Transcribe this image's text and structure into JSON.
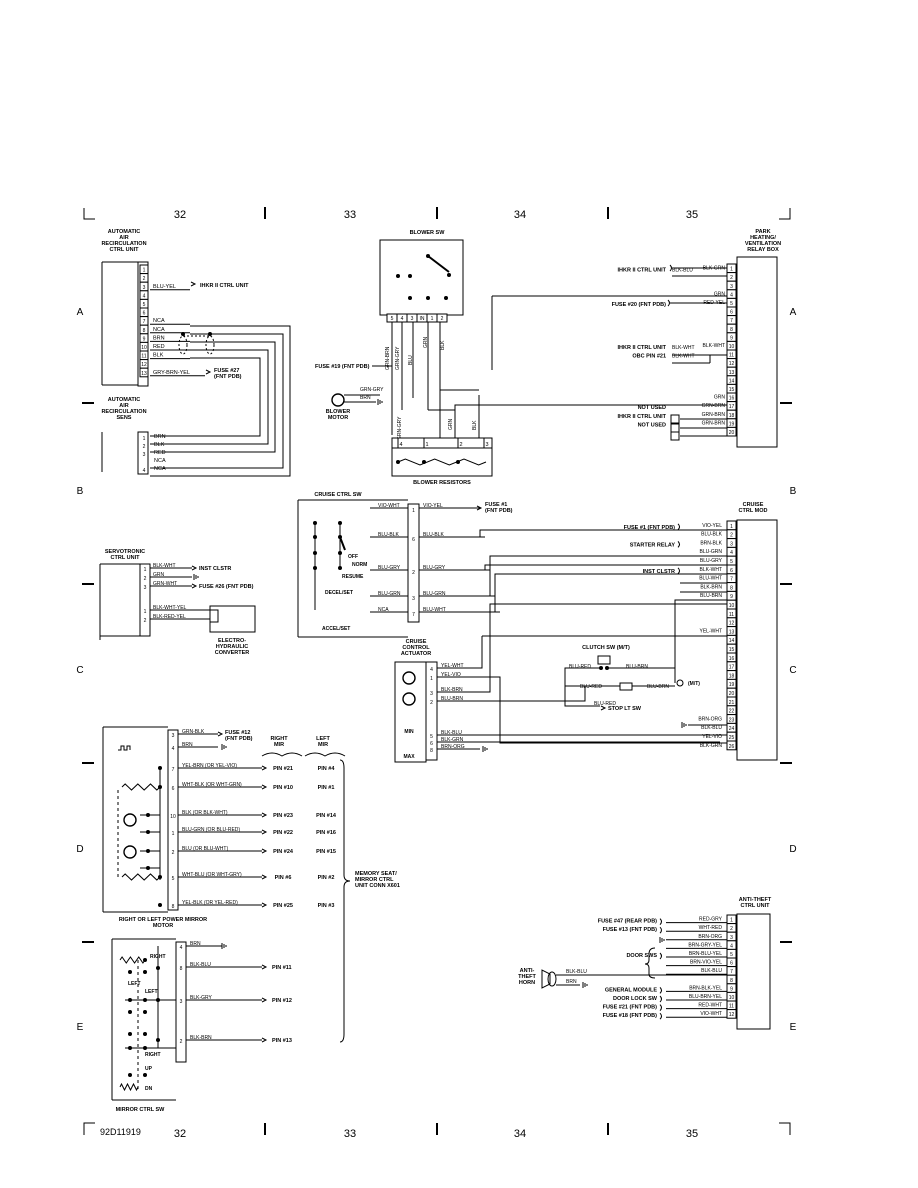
{
  "grid": {
    "columns": [
      "32",
      "33",
      "34",
      "35"
    ],
    "rows": [
      "A",
      "B",
      "C",
      "D",
      "E"
    ],
    "figure_id": "92D11919"
  },
  "components": {
    "air_recirc_unit": {
      "label": [
        "AUTOMATIC",
        "AIR",
        "RECIRCULATION",
        "CTRL UNIT"
      ]
    },
    "air_recirc_sens": {
      "label": [
        "AUTOMATIC",
        "AIR",
        "RECIRCULATION",
        "SENS"
      ]
    },
    "blower_sw": {
      "label": "BLOWER SW"
    },
    "blower_motor": {
      "label": [
        "BLOWER",
        "MOTOR"
      ]
    },
    "blower_resistors": {
      "label": "BLOWER RESISTORS"
    },
    "park_relay_box": {
      "label": [
        "PARK",
        "HEATING/",
        "VENTILATION",
        "RELAY BOX"
      ]
    },
    "cruise_ctrl_sw": {
      "label": "CRUISE CTRL SW",
      "positions": [
        "OFF",
        "NORM",
        "RESUME",
        "DECEL/SET",
        "ACCEL/SET"
      ]
    },
    "cruise_ctrl_mod": {
      "label": [
        "CRUISE",
        "CTRL MOD"
      ]
    },
    "servotronic": {
      "label": [
        "SERVOTRONIC",
        "CTRL UNIT"
      ]
    },
    "electro_hydraulic": {
      "label": [
        "ELECTRO-",
        "HYDRAULIC",
        "CONVERTER"
      ]
    },
    "cruise_actuator": {
      "label": [
        "CRUISE",
        "CONTROL",
        "ACTUATOR"
      ],
      "min": "MIN",
      "max": "MAX"
    },
    "clutch_sw": {
      "label": "CLUTCH SW (M/T)",
      "mt": "(M/T)"
    },
    "stop_lt_sw": {
      "label": "STOP LT SW"
    },
    "power_mirror": {
      "label": [
        "RIGHT OR LEFT POWER MIRROR",
        "MOTOR"
      ]
    },
    "mirror_ctrl_sw": {
      "label": "MIRROR CTRL SW",
      "positions": [
        "RIGHT",
        "LEFT",
        "RIGHT",
        "UP",
        "DN"
      ]
    },
    "memory_seat": {
      "label": [
        "MEMORY SEAT/",
        "MIRROR CTRL",
        "UNIT CONN X601"
      ]
    },
    "anti_theft_unit": {
      "label": [
        "ANTI-THEFT",
        "CTRL UNIT"
      ]
    },
    "anti_theft_horn": {
      "label": [
        "ANTI-",
        "THEFT",
        "HORN"
      ]
    }
  },
  "air_recirc_wires": [
    {
      "pin": "1",
      "wire": ""
    },
    {
      "pin": "2",
      "wire": ""
    },
    {
      "pin": "3",
      "wire": "BLU-YEL"
    },
    {
      "pin": "4",
      "wire": ""
    },
    {
      "pin": "5",
      "wire": ""
    },
    {
      "pin": "6",
      "wire": ""
    },
    {
      "pin": "7",
      "wire": "NCA"
    },
    {
      "pin": "8",
      "wire": "NCA"
    },
    {
      "pin": "9",
      "wire": "BRN"
    },
    {
      "pin": "10",
      "wire": "RED"
    },
    {
      "pin": "11",
      "wire": "BLK"
    },
    {
      "pin": "12",
      "wire": ""
    },
    {
      "pin": "13",
      "wire": "GRY-BRN-YEL"
    }
  ],
  "air_recirc_dest": {
    "ihkr": "IHKR II CTRL UNIT",
    "fuse27": [
      "FUSE #27",
      "(FNT PDB)"
    ]
  },
  "sens_wires": [
    {
      "pin": "1",
      "wire": "BRN"
    },
    {
      "pin": "2",
      "wire": "BLK"
    },
    {
      "pin": "3",
      "wire": "RED"
    },
    {
      "pin": "",
      "wire": "NCA"
    },
    {
      "pin": "4",
      "wire": "NCA"
    }
  ],
  "blower_wires": {
    "sw_pins": [
      "5",
      "4",
      "3",
      "IN",
      "1",
      "2"
    ],
    "vertical": [
      "GRN-BRN",
      "GRN-GRY",
      "BLU",
      "GRN",
      "BLK"
    ],
    "fuse19": "FUSE #19 (FNT PDB)",
    "motor_wires": [
      "GRN-GRY",
      "BRN"
    ],
    "motor_side": "GRN-GRY",
    "resistor_pins": [
      "4",
      "1",
      "2",
      "3"
    ],
    "vert_labels2": [
      "GRN",
      "BLK"
    ]
  },
  "relay_box_wires": [
    {
      "pin": "1",
      "wire": "BLK-GRN",
      "dest": "IHKR II CTRL UNIT",
      "wire2": "BLK-BLU"
    },
    {
      "pin": "2",
      "wire": "",
      "dest": "",
      "wire2": ""
    },
    {
      "pin": "3",
      "wire": "",
      "dest": "",
      "wire2": ""
    },
    {
      "pin": "4",
      "wire": "GRN",
      "dest": "",
      "wire2": ""
    },
    {
      "pin": "5",
      "wire": "RED-YEL",
      "dest": "FUSE #20 (FNT PDB)",
      "wire2": ""
    },
    {
      "pin": "6",
      "wire": "",
      "dest": "",
      "wire2": ""
    },
    {
      "pin": "7",
      "wire": "",
      "dest": "",
      "wire2": ""
    },
    {
      "pin": "8",
      "wire": "",
      "dest": "",
      "wire2": ""
    },
    {
      "pin": "9",
      "wire": "",
      "dest": "",
      "wire2": ""
    },
    {
      "pin": "10",
      "wire": "BLK-WHT",
      "dest": "IHKR II CTRL UNIT",
      "wire2": "BLK-WHT"
    },
    {
      "pin": "11",
      "wire": "",
      "dest": "OBC PIN #21",
      "wire2": "BLK-WHT"
    },
    {
      "pin": "12",
      "wire": "",
      "dest": "",
      "wire2": ""
    },
    {
      "pin": "13",
      "wire": "",
      "dest": "",
      "wire2": ""
    },
    {
      "pin": "14",
      "wire": "",
      "dest": "",
      "wire2": ""
    },
    {
      "pin": "15",
      "wire": "",
      "dest": "",
      "wire2": ""
    },
    {
      "pin": "16",
      "wire": "GRN",
      "dest": "",
      "wire2": ""
    },
    {
      "pin": "17",
      "wire": "GRN-BRN",
      "dest": "NOT USED",
      "wire2": ""
    },
    {
      "pin": "18",
      "wire": "GRN-BRN",
      "dest": "IHKR II CTRL UNIT",
      "wire2": ""
    },
    {
      "pin": "19",
      "wire": "GRN-BRN",
      "dest": "NOT USED",
      "wire2": ""
    },
    {
      "pin": "20",
      "wire": "",
      "dest": "",
      "wire2": ""
    }
  ],
  "cruise_sw_wires": [
    {
      "pin": "1",
      "wire": "VIO-WHT",
      "out": "VIO-YEL",
      "dest": [
        "FUSE #1",
        "(FNT PDB)"
      ]
    },
    {
      "pin": "6",
      "wire": "BLU-BLK",
      "out": "BLU-BLK"
    },
    {
      "pin": "2",
      "wire": "BLU-GRY",
      "out": "BLU-GRY"
    },
    {
      "pin": "3",
      "wire": "BLU-GRN",
      "out": "BLU-GRN"
    },
    {
      "pin": "7",
      "wire": "NCA",
      "out": "BLU-WHT"
    }
  ],
  "cruise_mod_wires": [
    {
      "pin": "1",
      "wire": "VIO-YEL",
      "dest": "FUSE #1 (FNT PDB)"
    },
    {
      "pin": "2",
      "wire": "BLU-BLK",
      "dest": ""
    },
    {
      "pin": "3",
      "wire": "BRN-BLK",
      "dest": "STARTER RELAY"
    },
    {
      "pin": "4",
      "wire": "BLU-GRN",
      "dest": ""
    },
    {
      "pin": "5",
      "wire": "BLU-GRY",
      "dest": ""
    },
    {
      "pin": "6",
      "wire": "BLK-WHT",
      "dest": "INST CLSTR"
    },
    {
      "pin": "7",
      "wire": "BLU-WHT",
      "dest": ""
    },
    {
      "pin": "8",
      "wire": "BLK-BRN",
      "dest": ""
    },
    {
      "pin": "9",
      "wire": "BLU-BRN",
      "dest": ""
    },
    {
      "pin": "10",
      "wire": "",
      "dest": ""
    },
    {
      "pin": "11",
      "wire": "",
      "dest": ""
    },
    {
      "pin": "12",
      "wire": "",
      "dest": ""
    },
    {
      "pin": "13",
      "wire": "YEL-WHT",
      "dest": ""
    },
    {
      "pin": "14",
      "wire": "",
      "dest": ""
    },
    {
      "pin": "15",
      "wire": "",
      "dest": ""
    },
    {
      "pin": "16",
      "wire": "",
      "dest": ""
    },
    {
      "pin": "17",
      "wire": "",
      "dest": ""
    },
    {
      "pin": "18",
      "wire": "",
      "dest": ""
    },
    {
      "pin": "19",
      "wire": "",
      "dest": ""
    },
    {
      "pin": "20",
      "wire": "",
      "dest": ""
    },
    {
      "pin": "21",
      "wire": "",
      "dest": ""
    },
    {
      "pin": "22",
      "wire": "",
      "dest": ""
    },
    {
      "pin": "23",
      "wire": "BRN-ORG",
      "dest": ""
    },
    {
      "pin": "24",
      "wire": "BLK-BLU",
      "dest": ""
    },
    {
      "pin": "25",
      "wire": "YEL-VIO",
      "dest": ""
    },
    {
      "pin": "26",
      "wire": "BLK-GRN",
      "dest": ""
    }
  ],
  "actuator_wires": [
    {
      "pin": "4",
      "wire": "YEL-WHT"
    },
    {
      "pin": "1",
      "wire": "YEL-VIO"
    },
    {
      "pin": "3",
      "wire": "BLK-BRN"
    },
    {
      "pin": "2",
      "wire": "BLU-BRN"
    },
    {
      "pin": "5",
      "wire": "BLK-BLU"
    },
    {
      "pin": "6",
      "wire": "BLK-GRN"
    },
    {
      "pin": "8",
      "wire": "BRN-ORG"
    }
  ],
  "clutch_wires": {
    "left": "BLU-RED",
    "right": "BLU-BRN",
    "mid_left": "BLU-RED",
    "mid_right": "BLU-BRN",
    "bottom": "BLU-RED"
  },
  "servo_wires": [
    {
      "pin": "1",
      "wire": "BLK-WHT",
      "dest": "INST CLSTR"
    },
    {
      "pin": "2",
      "wire": "GRN",
      "dest": ""
    },
    {
      "pin": "3",
      "wire": "GRN-WHT",
      "dest": "FUSE #26 (FNT PDB)"
    },
    {
      "pin": "1",
      "wire": "BLK-WHT-YEL",
      "dest": ""
    },
    {
      "pin": "2",
      "wire": "BLK-RED-YEL",
      "dest": ""
    }
  ],
  "mirror_wires": [
    {
      "pin": "3",
      "wire": "GRN-BLK",
      "right": "",
      "left": "",
      "dest": [
        "FUSE #12",
        "(FNT PDB)"
      ]
    },
    {
      "pin": "4",
      "wire": "BRN",
      "right": "",
      "left": ""
    },
    {
      "pin": "7",
      "wire": "YEL-BRN (OR YEL-VIO)",
      "right": "PIN #21",
      "left": "PIN #4"
    },
    {
      "pin": "6",
      "wire": "WHT-BLK (OR WHT-GRN)",
      "right": "PIN #10",
      "left": "PIN #1"
    },
    {
      "pin": "10",
      "wire": "BLK (OR BLK-WHT)",
      "right": "PIN #23",
      "left": "PIN #14"
    },
    {
      "pin": "1",
      "wire": "BLU-GRN (OR BLU-RED)",
      "right": "PIN #22",
      "left": "PIN #16"
    },
    {
      "pin": "2",
      "wire": "BLU (OR BLU-WHT)",
      "right": "PIN #24",
      "left": "PIN #15"
    },
    {
      "pin": "5",
      "wire": "WHT-BLU (OR WHT-GRY)",
      "right": "PIN #6",
      "left": "PIN #2"
    },
    {
      "pin": "8",
      "wire": "YEL-BLK (OR YEL-RED)",
      "right": "PIN #25",
      "left": "PIN #3"
    }
  ],
  "mirror_headers": {
    "right": [
      "RIGHT",
      "MIR"
    ],
    "left": [
      "LEFT",
      "MIR"
    ]
  },
  "mirror_sw_wires": [
    {
      "pin": "4",
      "wire": "BRN",
      "dest": ""
    },
    {
      "pin": "8",
      "wire": "BLK-BLU",
      "dest": "PIN #11"
    },
    {
      "pin": "3",
      "wire": "BLK-GRY",
      "dest": "PIN #12"
    },
    {
      "pin": "2",
      "wire": "BLK-BRN",
      "dest": "PIN #13"
    }
  ],
  "anti_theft_wires": [
    {
      "pin": "1",
      "wire": "RED-GRY",
      "dest": "FUSE #47 (REAR PDB)"
    },
    {
      "pin": "2",
      "wire": "WHT-RED",
      "dest": "FUSE #13 (FNT PDB)"
    },
    {
      "pin": "3",
      "wire": "BRN-ORG",
      "dest": ""
    },
    {
      "pin": "4",
      "wire": "BRN-GRY-YEL",
      "dest": ""
    },
    {
      "pin": "5",
      "wire": "BRN-BLU-YEL",
      "dest": "DOOR SWS"
    },
    {
      "pin": "6",
      "wire": "BRN-VIO-YEL",
      "dest": ""
    },
    {
      "pin": "7",
      "wire": "BLK-BLU",
      "dest": ""
    },
    {
      "pin": "8",
      "wire": "",
      "dest": ""
    },
    {
      "pin": "9",
      "wire": "BRN-BLK-YEL",
      "dest": "GENERAL MODULE"
    },
    {
      "pin": "10",
      "wire": "BLU-BRN-YEL",
      "dest": "DOOR LOCK SW"
    },
    {
      "pin": "11",
      "wire": "RED-WHT",
      "dest": "FUSE #21 (FNT PDB)"
    },
    {
      "pin": "12",
      "wire": "VIO-WHT",
      "dest": "FUSE #18 (FNT PDB)"
    }
  ],
  "horn_wires": [
    "BLK-BLU",
    "BRN"
  ]
}
